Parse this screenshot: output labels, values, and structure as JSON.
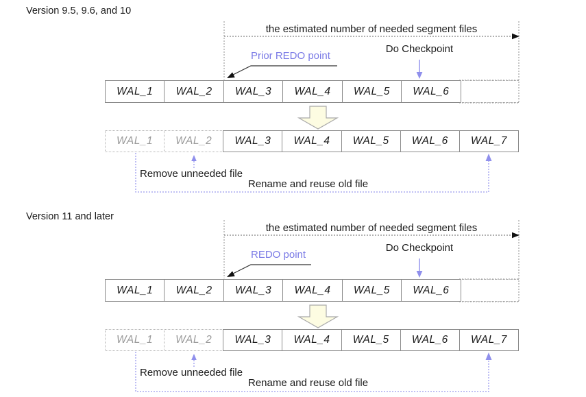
{
  "page": {
    "background": "#ffffff"
  },
  "colors": {
    "text": "#1a1a1a",
    "accent_label_purple": "#7a7ae6",
    "accent_arrow_purple": "#8f8fec",
    "reuse_path_purple": "#9b9bee",
    "box_border_gray": "#8a8a8a",
    "removed_text_gray": "#9a9a9a",
    "dotted_border_gray": "#b2b2b2",
    "big_arrow_fill": "#fdfce2",
    "big_arrow_border": "#a9a9a9"
  },
  "sections": [
    {
      "title": "Version 9.5, 9.6, and 10",
      "estimate_label": "the estimated number of needed segment files",
      "redo_label": "Prior REDO point",
      "checkpoint_label": "Do Checkpoint",
      "remove_label": "Remove unneeded file",
      "rename_label": "Rename and reuse old file",
      "before_row": [
        "WAL_1",
        "WAL_2",
        "WAL_3",
        "WAL_4",
        "WAL_5",
        "WAL_6"
      ],
      "after_row": [
        "WAL_1",
        "WAL_2",
        "WAL_3",
        "WAL_4",
        "WAL_5",
        "WAL_6",
        "WAL_7"
      ],
      "removed_files": [
        "WAL_1",
        "WAL_2"
      ]
    },
    {
      "title": "Version 11 and later",
      "estimate_label": "the estimated number of needed segment files",
      "redo_label": "REDO point",
      "checkpoint_label": "Do Checkpoint",
      "remove_label": "Remove unneeded file",
      "rename_label": "Rename and reuse old file",
      "before_row": [
        "WAL_1",
        "WAL_2",
        "WAL_3",
        "WAL_4",
        "WAL_5",
        "WAL_6"
      ],
      "after_row": [
        "WAL_1",
        "WAL_2",
        "WAL_3",
        "WAL_4",
        "WAL_5",
        "WAL_6",
        "WAL_7"
      ],
      "removed_files": [
        "WAL_1",
        "WAL_2"
      ]
    }
  ]
}
